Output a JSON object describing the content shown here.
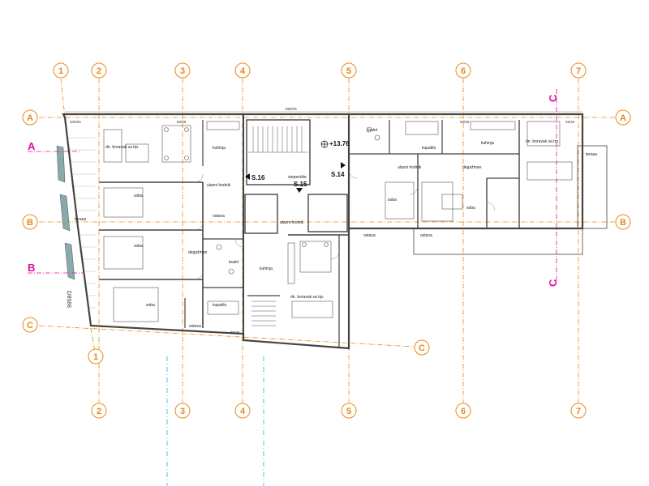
{
  "colors": {
    "axis": "#e8891a",
    "section": "#e2119a",
    "wall": "#444444",
    "wall_fill": "#9a9a9a",
    "cyan": "#19b7d6",
    "furniture": "#555555"
  },
  "axes_vertical": [
    "1",
    "2",
    "3",
    "4",
    "5",
    "6",
    "7"
  ],
  "axes_horizontal": [
    "A",
    "B",
    "C"
  ],
  "sections": {
    "a": "A",
    "b": "B",
    "c": "C"
  },
  "markers": {
    "level": "+13.76",
    "s14": "S.14",
    "s15": "S.15",
    "s16": "S.16"
  },
  "rooms": {
    "boravak_left": "dn. boravak sa trp.",
    "kuhinja_left": "kuhinja",
    "soba_1": "soba",
    "soba_2": "soba",
    "soba_3": "soba",
    "ulazni_hodnik_left": "ulazni hodnik",
    "degaziman_left": "degažman",
    "ostava_left_1": "ostava",
    "ostava_left_2": "ostava",
    "kupatilo_left": "kupatilo",
    "toalet_left": "toalet",
    "terasa_left": "terasa",
    "stepeniste": "stepenište",
    "ulazni_hodnik_center": "ulazni hodnik",
    "kuhinja_center": "kuhinja",
    "boravak_center": "dn. boravak sa trp.",
    "ostava_center": "ostava",
    "toalet_right": "toalet",
    "kupatilo_right": "kupatilo",
    "ulazni_hodnik_right": "ulazni hodnik",
    "degaziman_right": "degažman",
    "soba_right_1": "soba",
    "soba_right_2": "soba",
    "kuhinja_right": "kuhinja",
    "boravak_right": "dn. boravak sa trp.",
    "terasa_right": "terasa",
    "ostava_right": "ostava"
  },
  "dimensions": {
    "top_total": "880/25",
    "top_left": "340/25",
    "top_seg": "60/25",
    "top_right": "60/25",
    "top_far": "25/40",
    "bottom_center": "80/25",
    "left_side": "9958/2"
  }
}
